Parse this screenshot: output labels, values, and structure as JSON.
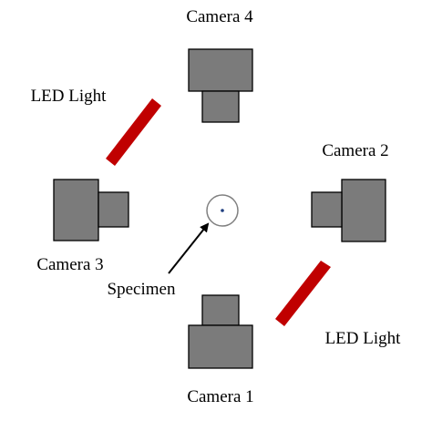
{
  "labels": {
    "camera_1": "Camera 1",
    "camera_2": "Camera 2",
    "camera_3": "Camera 3",
    "camera_4": "Camera 4",
    "led_light_top": "LED Light",
    "led_light_bottom": "LED Light",
    "specimen": "Specimen"
  },
  "colors": {
    "camera_fill": "#7b7b7b",
    "camera_outline": "#000000",
    "led_fill": "#c00000",
    "specimen_outline": "#808080",
    "specimen_center": "#1f3f7f",
    "arrow": "#000000"
  }
}
